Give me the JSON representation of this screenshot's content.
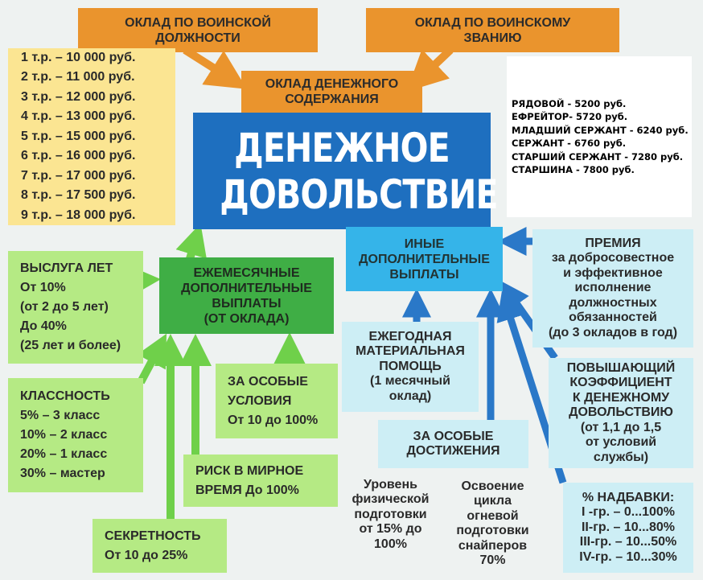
{
  "top": {
    "position_salary": [
      "ОКЛАД ПО ВОИНСКОЙ",
      "ДОЛЖНОСТИ"
    ],
    "rank_salary": [
      "ОКЛАД ПО ВОИНСКОМУ",
      "ЗВАНИЮ"
    ],
    "maintenance_salary": [
      "ОКЛАД ДЕНЕЖНОГО",
      "СОДЕРЖАНИЯ"
    ]
  },
  "tariff_list": [
    "1 т.р. – 10 000 руб.",
    "2 т.р. – 11 000 руб.",
    "3 т.р. – 12 000 руб.",
    "4 т.р. – 13 000 руб.",
    "5 т.р. – 15 000 руб.",
    "6 т.р. – 16 000 руб.",
    "7 т.р. – 17 000 руб.",
    "8 т.р. – 17 500 руб.",
    "9 т.р. – 18 000 руб."
  ],
  "rank_list": [
    "РЯДОВОЙ - 5200 руб.",
    "ЕФРЕЙТОР- 5720 руб.",
    "МЛАДШИЙ СЕРЖАНТ - 6240 руб.",
    "СЕРЖАНТ - 6760 руб.",
    "СТАРШИЙ СЕРЖАНТ - 7280 руб.",
    "СТАРШИНА - 7800 руб."
  ],
  "main_title": [
    "ДЕНЕЖНОЕ",
    "ДОВОЛЬСТВИЕ"
  ],
  "monthly": {
    "title": [
      "ЕЖЕМЕСЯЧНЫЕ",
      "ДОПОЛНИТЕЛЬНЫЕ",
      "ВЫПЛАТЫ",
      "(ОТ ОКЛАДА)"
    ],
    "seniority": [
      "ВЫСЛУГА ЛЕТ",
      "От 10%",
      "(от 2 до 5 лет)",
      "До 40%",
      "(25 лет и более)"
    ],
    "qualification": [
      "КЛАССНОСТЬ",
      "5% – 3 класс",
      "10% – 2 класс",
      "20% – 1 класс",
      "30% – мастер"
    ],
    "secrecy": [
      "СЕКРЕТНОСТЬ",
      "От 10 до 25%"
    ],
    "special_conditions": [
      "ЗА ОСОБЫЕ",
      "УСЛОВИЯ",
      "От 10 до 100%"
    ],
    "risk": [
      "РИСК В МИРНОЕ",
      "ВРЕМЯ До 100%"
    ]
  },
  "other": {
    "title": [
      "ИНЫЕ",
      "ДОПОЛНИТЕЛЬНЫЕ",
      "ВЫПЛАТЫ"
    ],
    "bonus": [
      "ПРЕМИЯ",
      "за добросовестное",
      "и эффективное",
      "исполнение",
      "должностных",
      "обязанностей",
      "(до 3 окладов в год)"
    ],
    "annual_aid": [
      "ЕЖЕГОДНАЯ",
      "МАТЕРИАЛЬНАЯ",
      "ПОМОЩЬ",
      "(1 месячный",
      "оклад)"
    ],
    "achievements": [
      "ЗА ОСОБЫЕ",
      "ДОСТИЖЕНИЯ"
    ],
    "coefficient": [
      "ПОВЫШАЮЩИЙ",
      "КОЭФФИЦИЕНТ",
      "К ДЕНЕЖНОМУ",
      "ДОВОЛЬСТВИЮ",
      "(от 1,1 до 1,5",
      "от условий",
      "службы)"
    ],
    "fitness": [
      "Уровень",
      "физической",
      "подготовки",
      "от 15% до",
      "100%"
    ],
    "sniper": [
      "Освоение",
      "цикла",
      "огневой",
      "подготовки",
      "снайперов",
      "70%"
    ],
    "allowances": [
      "% НАДБАВКИ:",
      "I -гр. – 0...100%",
      "II-гр. – 10...80%",
      "III-гр. – 10...50%",
      "IV-гр. – 10...30%"
    ]
  },
  "colors": {
    "orange": "#ea942d",
    "blue": "#1e6fbf",
    "green": "#3fae45",
    "light_green": "#b5ea84",
    "light_blue": "#cdeef5",
    "yellow": "#fbe592"
  }
}
